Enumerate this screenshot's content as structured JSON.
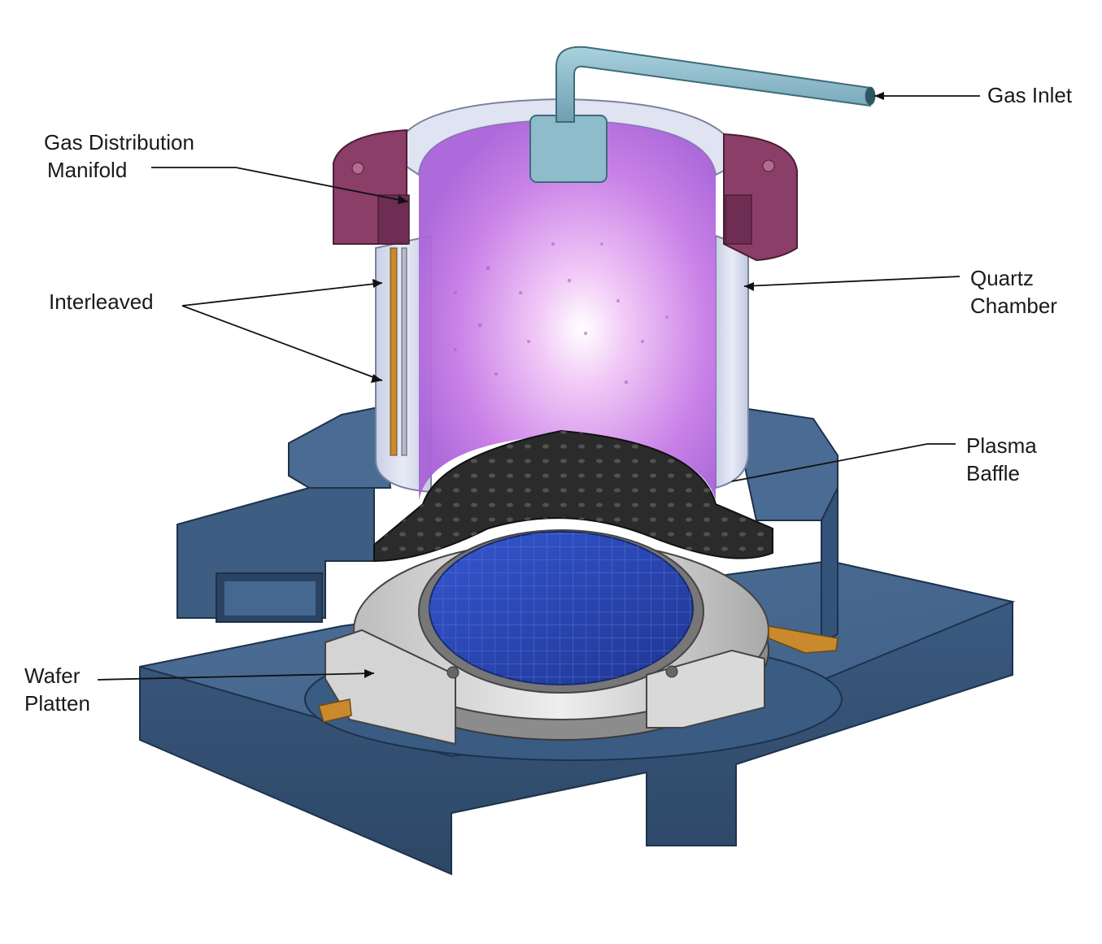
{
  "labels": {
    "gas_inlet": "Gas Inlet",
    "gas_distribution_manifold": [
      "Gas Distribution",
      "Manifold"
    ],
    "interleaved": "Interleaved",
    "quartz_chamber": [
      "Quartz",
      "Chamber"
    ],
    "plasma_baffle": [
      "Plasma",
      "Baffle"
    ],
    "wafer_platten": [
      "Wafer",
      "Platten"
    ]
  },
  "colors": {
    "base_block": "#3f5f85",
    "base_block_dark": "#2d4766",
    "manifold": "#8b3e68",
    "plasma": "#c77be6",
    "quartz_wall": "#d7dcef",
    "gas_tube": "#8fbccb",
    "baffle": "#2b2b2b",
    "platten_ring": "#c9c9c9",
    "wafer": "#2a44b8",
    "electrode": "#c98a2e"
  }
}
